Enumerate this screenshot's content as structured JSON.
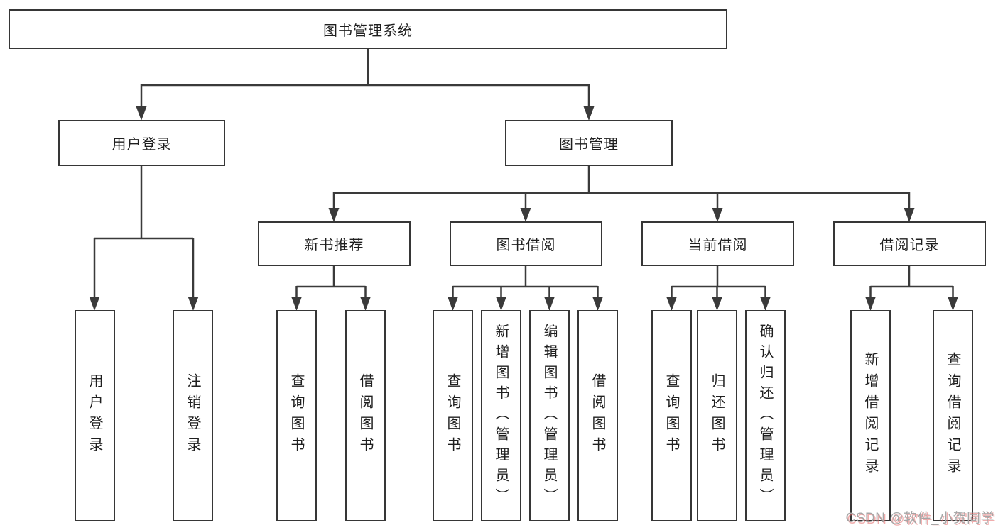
{
  "diagram": {
    "type": "hierarchy-tree",
    "root": {
      "label": "图书管理系统"
    },
    "level2": {
      "user_login": {
        "label": "用户登录"
      },
      "book_management": {
        "label": "图书管理"
      }
    },
    "user_login_children": [
      "用户登录",
      "注销登录"
    ],
    "groups": [
      {
        "label": "新书推荐",
        "children": [
          "查询图书",
          "借阅图书"
        ]
      },
      {
        "label": "图书借阅",
        "children": [
          "查询图书",
          "新增图书（管理员）",
          "编辑图书（管理员）",
          "借阅图书"
        ]
      },
      {
        "label": "当前借阅",
        "children": [
          "查询图书",
          "归还图书",
          "确认归还（管理员）"
        ]
      },
      {
        "label": "借阅记录",
        "children": [
          "新增借阅记录",
          "查询借阅记录"
        ]
      }
    ]
  },
  "watermark": {
    "text": "CSDN @软件_小贺同学"
  },
  "colors": {
    "background": "#ffffff",
    "box_border": "#363636",
    "connector_line": "#3a3a3a",
    "text": "#1f1f1f",
    "watermark_text": "#a6a6a6",
    "watermark_shadow": "#e46a6a"
  }
}
